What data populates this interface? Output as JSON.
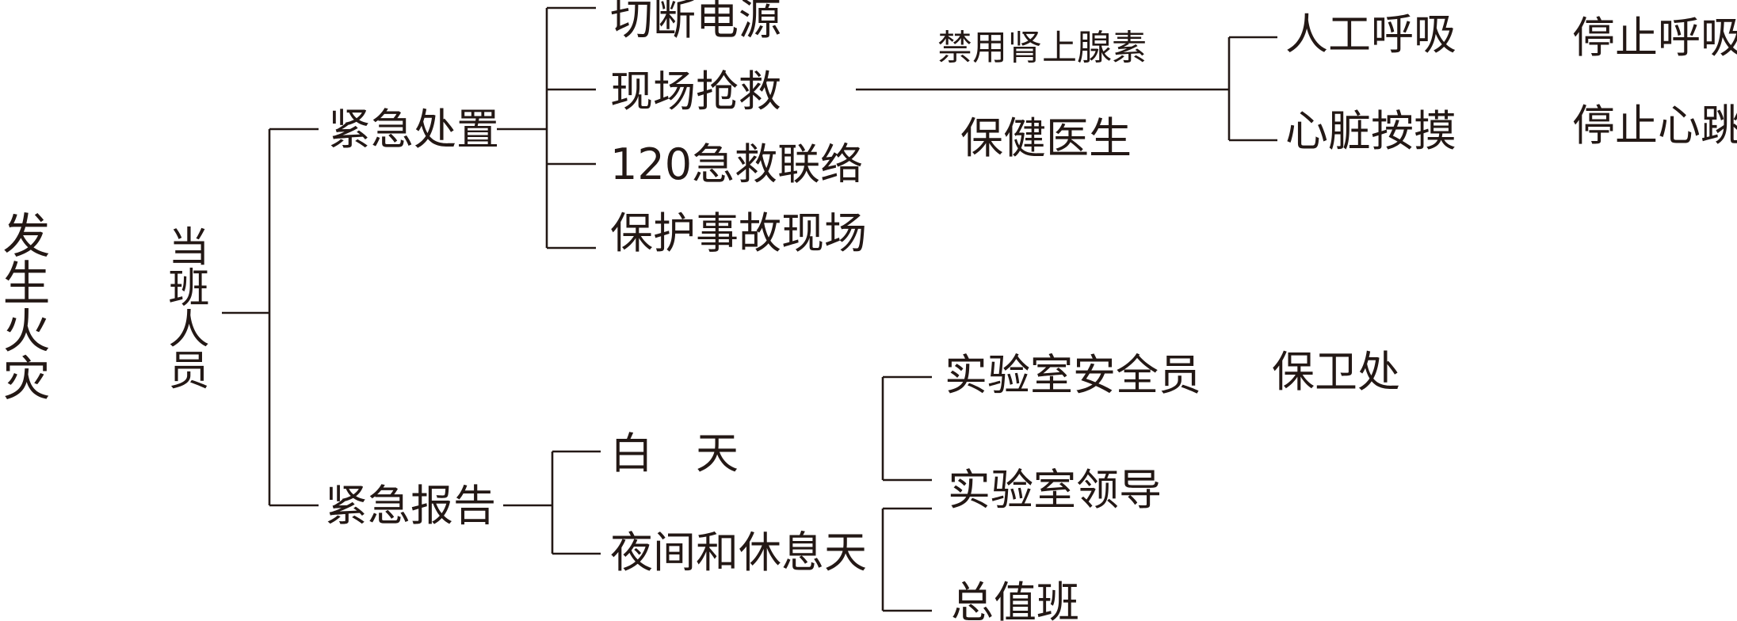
{
  "nodes": {
    "root": "发生火灾",
    "duty_staff": "当班人员",
    "emergency_handling": "紧急处置",
    "cut_power": "切断电源",
    "onsite_rescue": "现场抢救",
    "call_120": "120急救联络",
    "protect_scene": "保护事故现场",
    "no_adrenaline": "禁用肾上腺素",
    "health_doctor": "保健医生",
    "artificial_respiration": "人工呼吸",
    "heart_massage": "心脏按摸",
    "stop_breathing": "停止呼吸",
    "stop_heartbeat": "停止心跳",
    "emergency_report": "紧急报告",
    "daytime": "白　天",
    "night_and_rest_day": "夜间和休息天",
    "lab_safety_officer": "实验室安全员",
    "security_office": "保卫处",
    "lab_leader": "实验室领导",
    "chief_on_duty": "总值班"
  }
}
